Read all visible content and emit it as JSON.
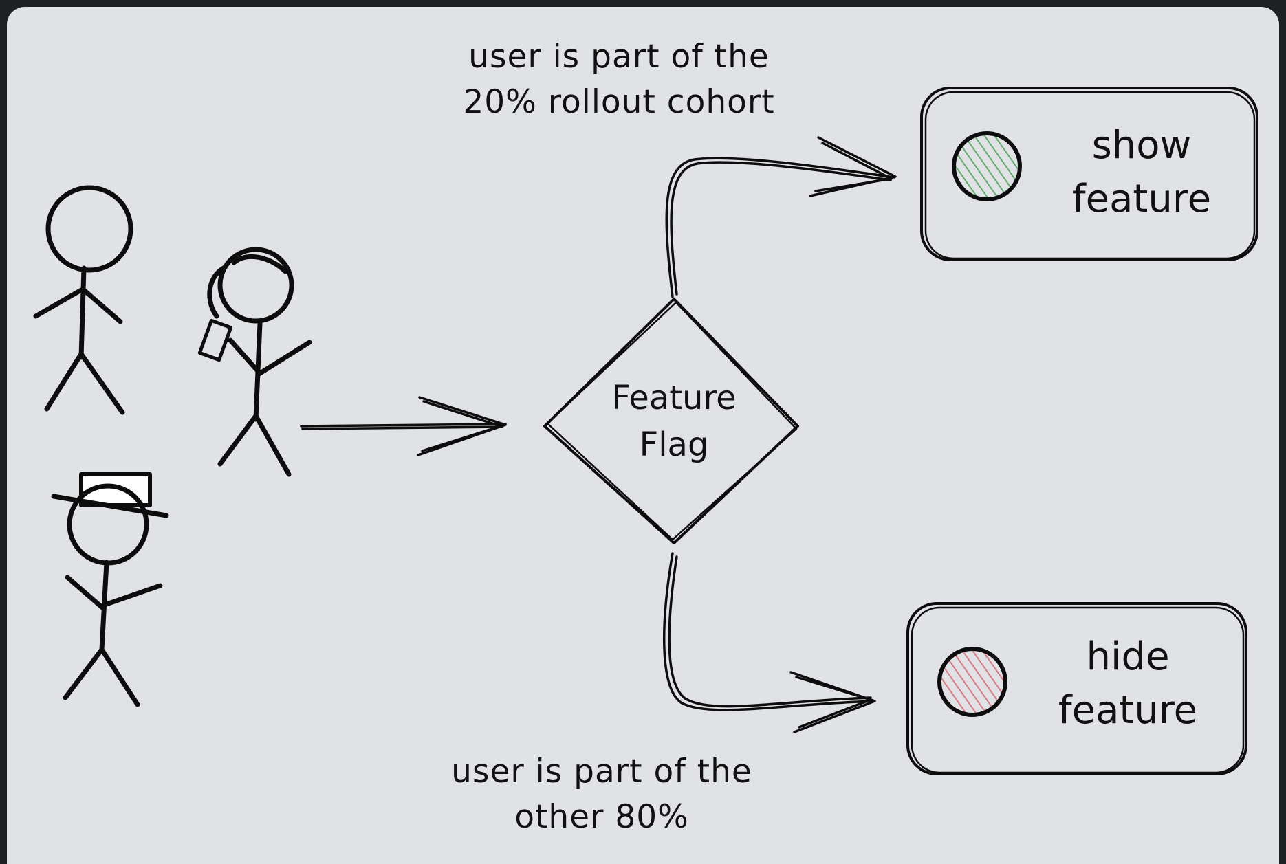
{
  "diagram": {
    "nodes": {
      "decision": {
        "label": "Feature\nFlag"
      },
      "show": {
        "label": "show\nfeature",
        "indicator_color": "#5fae6a"
      },
      "hide": {
        "label": "hide\nfeature",
        "indicator_color": "#d97a80"
      }
    },
    "edges": {
      "to_show": {
        "label": "user is part of the\n20% rollout cohort"
      },
      "to_hide": {
        "label": "user is part of the\nother 80%"
      }
    },
    "colors": {
      "background": "#e1e2e6",
      "ink": "#0d0d0d"
    }
  }
}
